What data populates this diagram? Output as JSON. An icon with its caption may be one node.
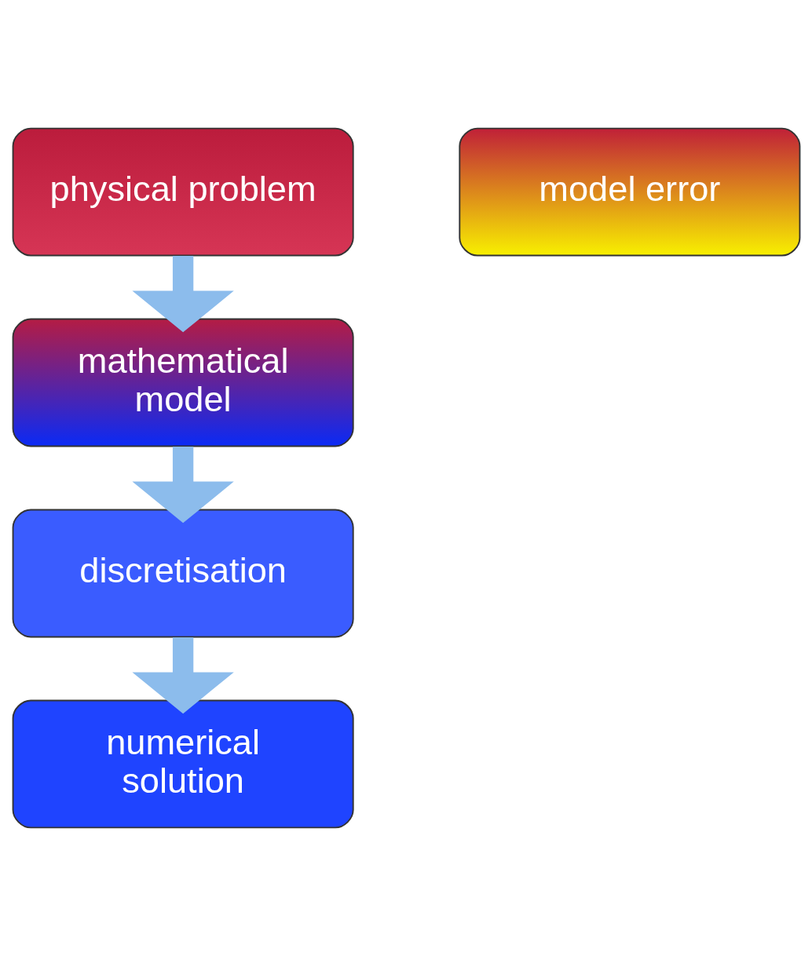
{
  "diagram": {
    "nodes": [
      {
        "text": [
          "physical problem"
        ]
      },
      {
        "text": [
          "mathematical model"
        ]
      },
      {
        "text": [
          "discretisation"
        ]
      },
      {
        "text": [
          "numerical solution"
        ]
      },
      {
        "text": [
          "model error"
        ]
      }
    ],
    "edges": [
      {
        "from": 0,
        "to": 1,
        "arrow": "to"
      },
      {
        "from": 1,
        "to": 2,
        "arrow": "to"
      },
      {
        "from": 2,
        "to": 3,
        "arrow": "to"
      }
    ]
  }
}
